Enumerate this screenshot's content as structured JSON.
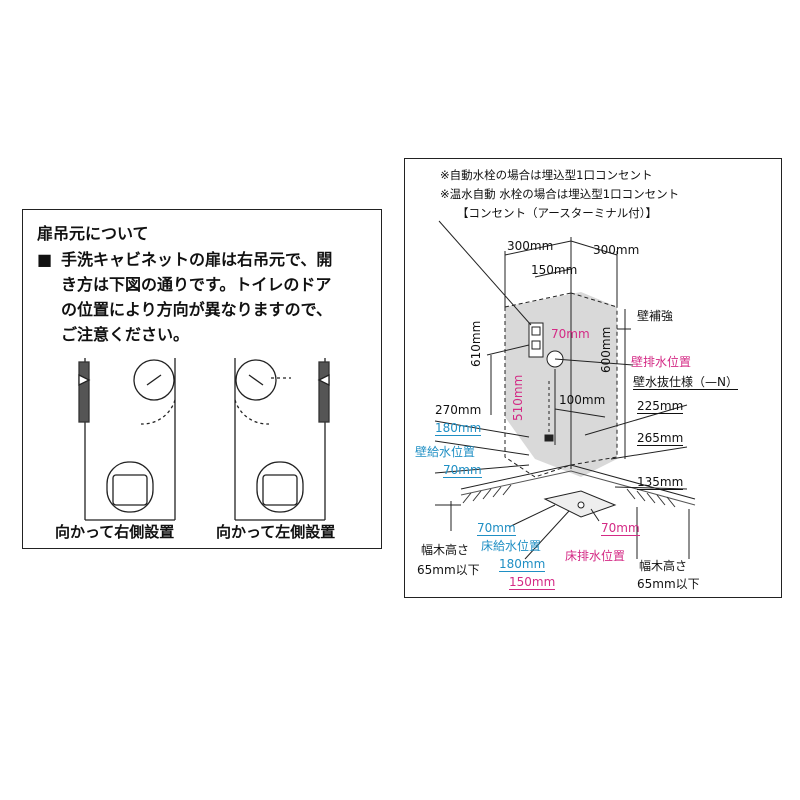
{
  "left_panel": {
    "heading": "扉吊元について",
    "bullet_mark": "■",
    "body_lines": [
      "手洗キャビネットの扉は右吊元で、開",
      "き方は下図の通りです。トイレのドア",
      "の位置により方向が異なりますので、",
      "ご注意ください。"
    ],
    "captions": [
      "向かって右側設置",
      "向かって左側設置"
    ]
  },
  "right_panel": {
    "notes": [
      "※自動水栓の場合は埋込型1口コンセント",
      "※温水自動 水栓の場合は埋込型1口コンセント",
      "【コンセント（アースターミナル付）】"
    ],
    "labels": {
      "w300_left": "300mm",
      "w300_right": "300mm",
      "w150": "150mm",
      "h610": "610mm",
      "h600": "600mm",
      "kabe_hokyo": "壁補強",
      "d70_pink_top": "70mm",
      "kabe_haisui": "壁排水位置",
      "kabe_mizunuki": "壁水抜仕様（—N）",
      "h510": "510mm",
      "d100": "100mm",
      "d225": "225mm",
      "d270": "270mm",
      "d180_blue": "180mm",
      "d265": "265mm",
      "kabe_kyusui": "壁給水位置",
      "d70_blue": "70mm",
      "d135": "135mm",
      "d70_blue_floor": "70mm",
      "yuka_kyusui": "床給水位置",
      "d180_blue_floor": "180mm",
      "d150_pink": "150mm",
      "d70_pink_floor": "70mm",
      "yuka_haisui": "床排水位置",
      "habaki_left": "幅木高さ",
      "habaki_left_val": "65mm以下",
      "habaki_right": "幅木高さ",
      "habaki_right_val": "65mm以下"
    }
  },
  "colors": {
    "text": "#111111",
    "blue": "#1f8fc4",
    "pink": "#d42a85",
    "wall_gray": "#d9d9d9",
    "cabinet_gray": "#555555"
  }
}
